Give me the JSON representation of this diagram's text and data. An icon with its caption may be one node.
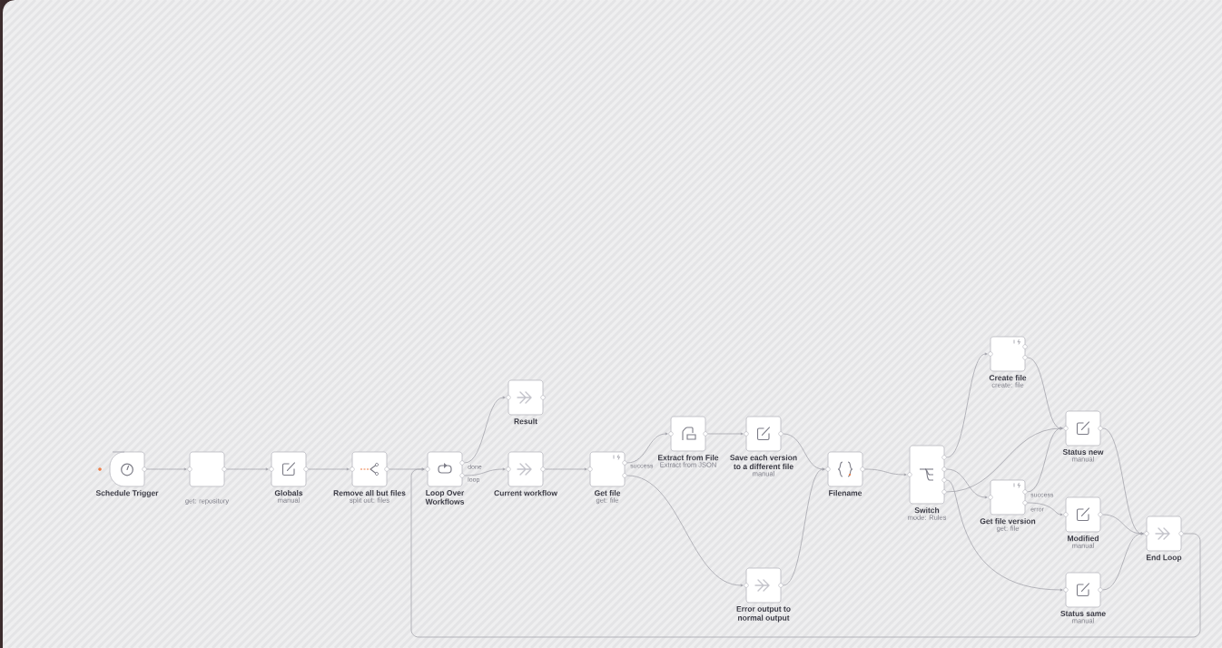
{
  "diagram": {
    "nodes": [
      {
        "text": [
          "Schedule Trigger"
        ]
      },
      {
        "text": [
          "get: repository"
        ]
      },
      {
        "text": [
          "Globals",
          "manual"
        ]
      },
      {
        "text": [
          "Remove all but files",
          "split out: files"
        ]
      },
      {
        "text": [
          "Loop Over Workflows"
        ]
      },
      {
        "text": [
          "Result"
        ]
      },
      {
        "text": [
          "Current workflow"
        ]
      },
      {
        "text": [
          "Get file",
          "get: file"
        ]
      },
      {
        "text": [
          "Extract from File",
          "Extract from JSON"
        ]
      },
      {
        "text": [
          "Save each version to a different file",
          "manual"
        ]
      },
      {
        "text": [
          "Filename"
        ]
      },
      {
        "text": [
          "Switch",
          "mode: Rules"
        ]
      },
      {
        "text": [
          "Create file",
          "create: file"
        ]
      },
      {
        "text": [
          "Status new",
          "manual"
        ]
      },
      {
        "text": [
          "Get file version",
          "get: file"
        ]
      },
      {
        "text": [
          "Modified",
          "manual"
        ]
      },
      {
        "text": [
          "End Loop"
        ]
      },
      {
        "text": [
          "Status same",
          "manual"
        ]
      },
      {
        "text": [
          "Error output to normal output"
        ]
      }
    ],
    "edges": [
      {
        "from": 0,
        "to": 1,
        "arrow": "to"
      },
      {
        "from": 1,
        "to": 2,
        "arrow": "to"
      },
      {
        "from": 2,
        "to": 3,
        "arrow": "to"
      },
      {
        "from": 3,
        "to": 4,
        "arrow": "to"
      },
      {
        "from": 4,
        "to": 5,
        "arrow": "to",
        "label": "done"
      },
      {
        "from": 4,
        "to": 6,
        "arrow": "to",
        "label": "loop"
      },
      {
        "from": 6,
        "to": 7,
        "arrow": "to"
      },
      {
        "from": 7,
        "to": 8,
        "arrow": "to",
        "label": "success"
      },
      {
        "from": 7,
        "to": 18,
        "arrow": "to"
      },
      {
        "from": 8,
        "to": 9,
        "arrow": "to"
      },
      {
        "from": 9,
        "to": 10,
        "arrow": "to"
      },
      {
        "from": 18,
        "to": 10,
        "arrow": "to"
      },
      {
        "from": 10,
        "to": 11,
        "arrow": "to"
      },
      {
        "from": 11,
        "to": 12,
        "arrow": "to"
      },
      {
        "from": 11,
        "to": 14,
        "arrow": "to"
      },
      {
        "from": 11,
        "to": 17,
        "arrow": "to"
      },
      {
        "from": 11,
        "to": 13,
        "arrow": "to"
      },
      {
        "from": 12,
        "to": 13,
        "arrow": "to"
      },
      {
        "from": 14,
        "to": 13,
        "arrow": "to",
        "label": "success"
      },
      {
        "from": 14,
        "to": 15,
        "arrow": "to",
        "label": "error"
      },
      {
        "from": 13,
        "to": 16,
        "arrow": "to"
      },
      {
        "from": 15,
        "to": 16,
        "arrow": "to"
      },
      {
        "from": 17,
        "to": 16,
        "arrow": "to"
      },
      {
        "from": 16,
        "to": 4,
        "arrow": "to"
      }
    ]
  }
}
